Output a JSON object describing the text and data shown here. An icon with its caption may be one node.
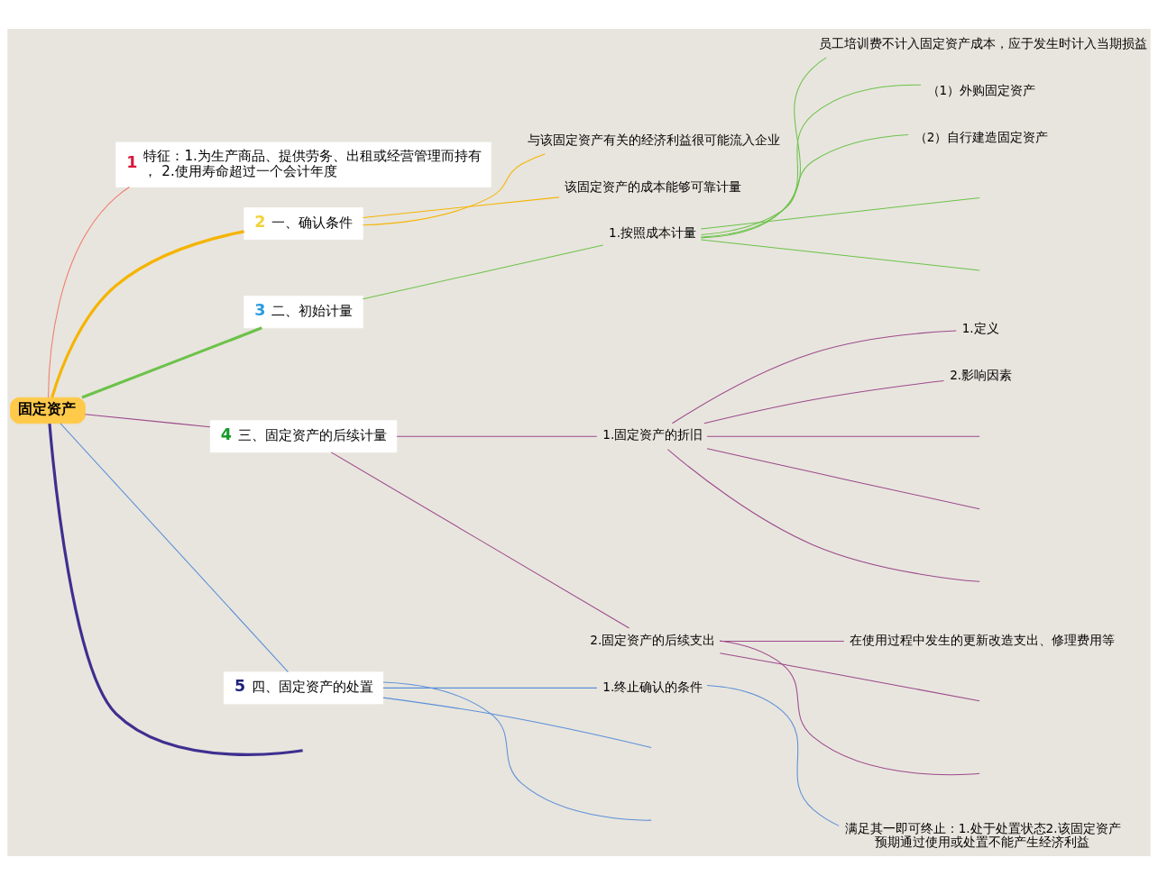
{
  "diagram": {
    "nodes": [
      {
        "text": [
          "固定资产"
        ]
      },
      {
        "text": [
          "1",
          "特征：1.为生产商品、提供劳务、出租或经营管理而持有， 2.使用寿命超过一个会计年度"
        ]
      },
      {
        "text": [
          "2",
          "一、确认条件"
        ]
      },
      {
        "text": [
          "与该固定资产有关的经济利益很可能流入企业"
        ]
      },
      {
        "text": [
          "该固定资产的成本能够可靠计量"
        ]
      },
      {
        "text": [
          "3",
          "二、初始计量"
        ]
      },
      {
        "text": [
          "1.按照成本计量"
        ]
      },
      {
        "text": [
          "员工培训费不计入固定资产成本，应于发生时计入当期损益"
        ]
      },
      {
        "text": [
          "（1）外购固定资产"
        ]
      },
      {
        "text": [
          "（2）自行建造固定资产"
        ]
      },
      {
        "text": [
          "4",
          "三、固定资产的后续计量"
        ]
      },
      {
        "text": [
          "1.固定资产的折旧"
        ]
      },
      {
        "text": [
          "1.定义"
        ]
      },
      {
        "text": [
          "2.影响因素"
        ]
      },
      {
        "text": [
          "2.固定资产的后续支出"
        ]
      },
      {
        "text": [
          "在使用过程中发生的更新改造支出、修理费用等"
        ]
      },
      {
        "text": [
          "5",
          "四、固定资产的处置"
        ]
      },
      {
        "text": [
          "1.终止确认的条件"
        ]
      },
      {
        "text": [
          "满足其一即可终止：1.处于处置状态2.该固定资产预期通过使用或处置不能产生经济利益"
        ]
      }
    ],
    "edges": [
      {
        "from": 0,
        "to": 1,
        "arrow": "none",
        "color": "#f07a6a"
      },
      {
        "from": 0,
        "to": 2,
        "arrow": "none",
        "style": "thick",
        "color": "#f5b400"
      },
      {
        "from": 2,
        "to": 3,
        "arrow": "none",
        "color": "#f5b400"
      },
      {
        "from": 2,
        "to": 4,
        "arrow": "none",
        "color": "#f5b400"
      },
      {
        "from": 0,
        "to": 5,
        "arrow": "none",
        "style": "thick",
        "color": "#6cc24a"
      },
      {
        "from": 5,
        "to": 6,
        "arrow": "none",
        "color": "#6cc24a"
      },
      {
        "from": 6,
        "to": 7,
        "arrow": "none",
        "color": "#6cc24a"
      },
      {
        "from": 6,
        "to": 8,
        "arrow": "none",
        "color": "#6cc24a"
      },
      {
        "from": 6,
        "to": 9,
        "arrow": "none",
        "color": "#6cc24a"
      },
      {
        "from": 6,
        "to": null,
        "arrow": "none",
        "color": "#6cc24a"
      },
      {
        "from": 6,
        "to": null,
        "arrow": "none",
        "color": "#6cc24a"
      },
      {
        "from": 0,
        "to": 10,
        "arrow": "none",
        "color": "#9c4a8c"
      },
      {
        "from": 10,
        "to": 11,
        "arrow": "none",
        "color": "#9c4a8c"
      },
      {
        "from": 10,
        "to": 14,
        "arrow": "none",
        "color": "#9c4a8c"
      },
      {
        "from": 11,
        "to": 12,
        "arrow": "none",
        "color": "#9c4a8c"
      },
      {
        "from": 11,
        "to": 13,
        "arrow": "none",
        "color": "#9c4a8c"
      },
      {
        "from": 11,
        "to": null,
        "arrow": "none",
        "color": "#9c4a8c"
      },
      {
        "from": 11,
        "to": null,
        "arrow": "none",
        "color": "#9c4a8c"
      },
      {
        "from": 11,
        "to": null,
        "arrow": "none",
        "color": "#9c4a8c"
      },
      {
        "from": 14,
        "to": 15,
        "arrow": "none",
        "color": "#9c4a8c"
      },
      {
        "from": 14,
        "to": null,
        "arrow": "none",
        "color": "#9c4a8c"
      },
      {
        "from": 14,
        "to": null,
        "arrow": "none",
        "color": "#9c4a8c"
      },
      {
        "from": 0,
        "to": 16,
        "arrow": "none",
        "color": "#5b8fd8"
      },
      {
        "from": 16,
        "to": 17,
        "arrow": "none",
        "color": "#5b8fd8"
      },
      {
        "from": 17,
        "to": 18,
        "arrow": "none",
        "color": "#5b8fd8"
      },
      {
        "from": 16,
        "to": null,
        "arrow": "none",
        "color": "#5b8fd8"
      },
      {
        "from": 16,
        "to": null,
        "arrow": "none",
        "color": "#5b8fd8"
      },
      {
        "from": 0,
        "to": null,
        "arrow": "none",
        "style": "thick",
        "color": "#3e2f8f"
      }
    ]
  }
}
